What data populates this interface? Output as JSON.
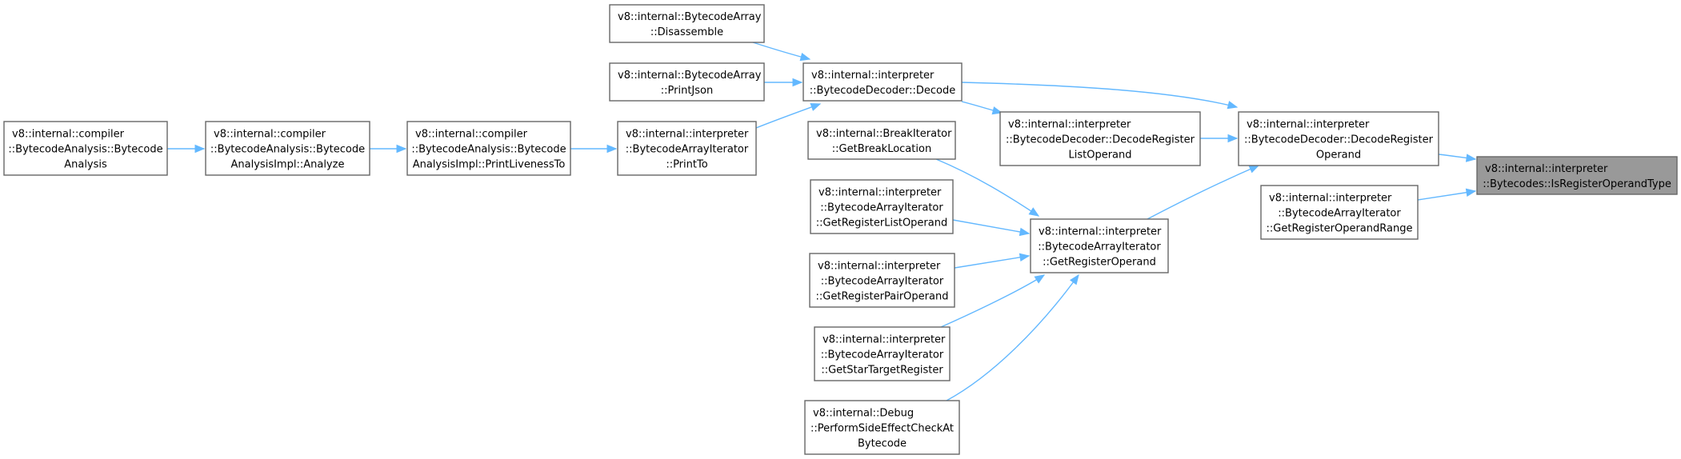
{
  "graph": {
    "nodes": [
      {
        "id": "is_register_operand_type",
        "focus": true,
        "lines": [
          "v8::internal::interpreter",
          "::Bytecodes::IsRegisterOperandType"
        ]
      },
      {
        "id": "decode_register_operand",
        "lines": [
          "v8::internal::interpreter",
          "::BytecodeDecoder::DecodeRegister",
          "Operand"
        ]
      },
      {
        "id": "get_register_operand_range",
        "lines": [
          "v8::internal::interpreter",
          "::BytecodeArrayIterator",
          "::GetRegisterOperandRange"
        ]
      },
      {
        "id": "decoder_decode",
        "lines": [
          "v8::internal::interpreter",
          "::BytecodeDecoder::Decode"
        ]
      },
      {
        "id": "decode_register_list_operand",
        "lines": [
          "v8::internal::interpreter",
          "::BytecodeDecoder::DecodeRegister",
          "ListOperand"
        ]
      },
      {
        "id": "get_register_operand",
        "lines": [
          "v8::internal::interpreter",
          "::BytecodeArrayIterator",
          "::GetRegisterOperand"
        ]
      },
      {
        "id": "disassemble",
        "lines": [
          "v8::internal::BytecodeArray",
          "::Disassemble"
        ]
      },
      {
        "id": "print_json",
        "lines": [
          "v8::internal::BytecodeArray",
          "::PrintJson"
        ]
      },
      {
        "id": "print_to",
        "lines": [
          "v8::internal::interpreter",
          "::BytecodeArrayIterator",
          "::PrintTo"
        ]
      },
      {
        "id": "print_liveness_to",
        "lines": [
          "v8::internal::compiler",
          "::BytecodeAnalysis::Bytecode",
          "AnalysisImpl::PrintLivenessTo"
        ]
      },
      {
        "id": "analysis_impl_analyze",
        "lines": [
          "v8::internal::compiler",
          "::BytecodeAnalysis::Bytecode",
          "AnalysisImpl::Analyze"
        ]
      },
      {
        "id": "bytecode_analysis",
        "lines": [
          "v8::internal::compiler",
          "::BytecodeAnalysis::Bytecode",
          "Analysis"
        ]
      },
      {
        "id": "get_break_location",
        "lines": [
          "v8::internal::BreakIterator",
          "::GetBreakLocation"
        ]
      },
      {
        "id": "get_register_list_operand",
        "lines": [
          "v8::internal::interpreter",
          "::BytecodeArrayIterator",
          "::GetRegisterListOperand"
        ]
      },
      {
        "id": "get_register_pair_operand",
        "lines": [
          "v8::internal::interpreter",
          "::BytecodeArrayIterator",
          "::GetRegisterPairOperand"
        ]
      },
      {
        "id": "get_star_target_register",
        "lines": [
          "v8::internal::interpreter",
          "::BytecodeArrayIterator",
          "::GetStarTargetRegister"
        ]
      },
      {
        "id": "perform_side_effect_check",
        "lines": [
          "v8::internal::Debug",
          "::PerformSideEffectCheckAt",
          "Bytecode"
        ]
      }
    ],
    "edges": [
      {
        "from": "decode_register_operand",
        "to": "is_register_operand_type"
      },
      {
        "from": "get_register_operand_range",
        "to": "is_register_operand_type"
      },
      {
        "from": "decoder_decode",
        "to": "decode_register_operand"
      },
      {
        "from": "decode_register_list_operand",
        "to": "decode_register_operand"
      },
      {
        "from": "get_register_operand",
        "to": "decode_register_operand"
      },
      {
        "from": "decoder_decode",
        "to": "decode_register_list_operand"
      },
      {
        "from": "disassemble",
        "to": "decoder_decode"
      },
      {
        "from": "print_json",
        "to": "decoder_decode"
      },
      {
        "from": "print_to",
        "to": "decoder_decode"
      },
      {
        "from": "print_liveness_to",
        "to": "print_to"
      },
      {
        "from": "analysis_impl_analyze",
        "to": "print_liveness_to"
      },
      {
        "from": "bytecode_analysis",
        "to": "analysis_impl_analyze"
      },
      {
        "from": "get_break_location",
        "to": "get_register_operand"
      },
      {
        "from": "get_register_list_operand",
        "to": "get_register_operand"
      },
      {
        "from": "get_register_pair_operand",
        "to": "get_register_operand"
      },
      {
        "from": "get_star_target_register",
        "to": "get_register_operand"
      },
      {
        "from": "perform_side_effect_check",
        "to": "get_register_operand"
      }
    ],
    "colors": {
      "edge": "#63b8ff",
      "node_border": "#666666",
      "focus_fill": "#999999",
      "node_fill": "#ffffff"
    }
  }
}
